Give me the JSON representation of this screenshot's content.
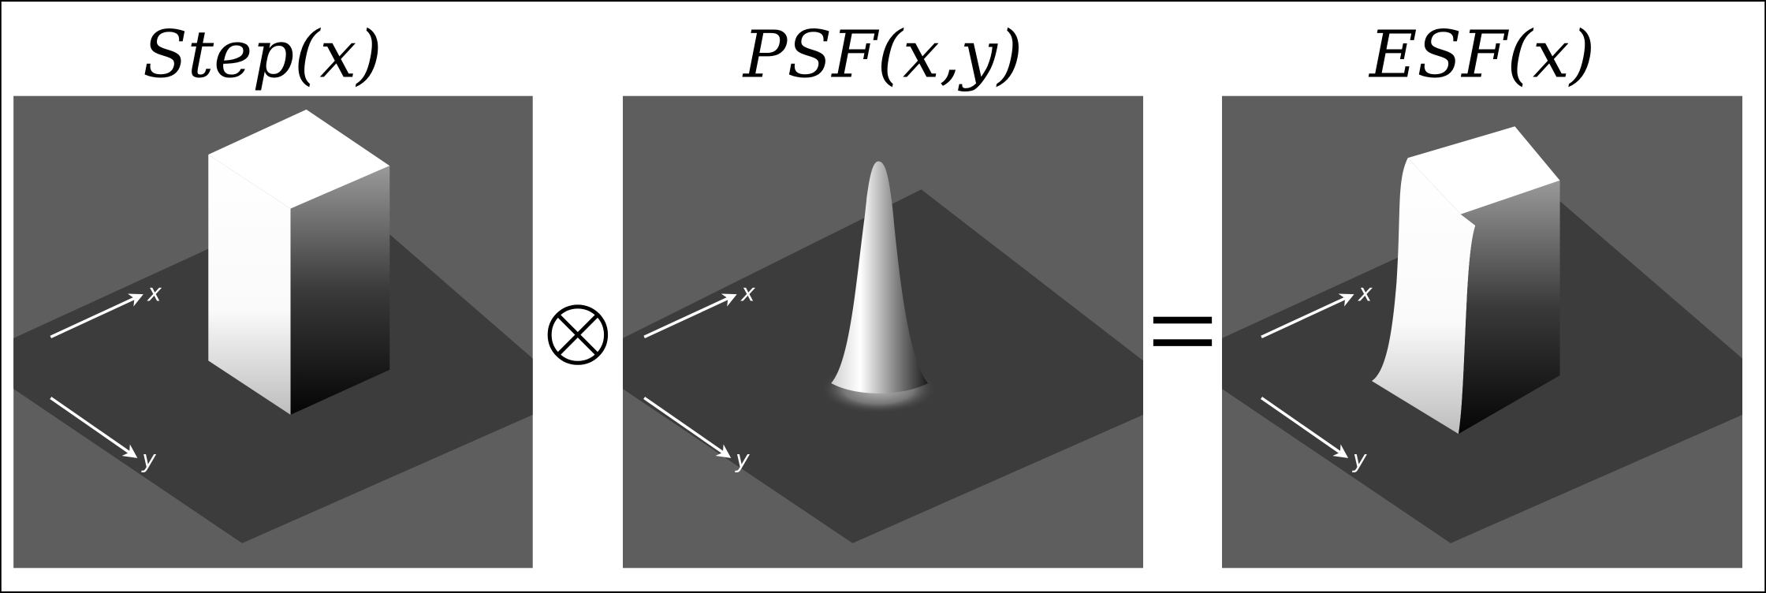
{
  "panels": [
    {
      "title": "Step(x)",
      "x_label": "x",
      "y_label": "y",
      "surface": "step-box"
    },
    {
      "title": "PSF(x,y)",
      "x_label": "x",
      "y_label": "y",
      "surface": "gaussian-peak"
    },
    {
      "title": "ESF(x)",
      "x_label": "x",
      "y_label": "y",
      "surface": "blurred-step"
    }
  ],
  "operators": {
    "convolution": "⊗",
    "equals": "="
  },
  "colors": {
    "background": "#5e5e5e",
    "plane": "#3c3c3c",
    "border": "#000000"
  }
}
